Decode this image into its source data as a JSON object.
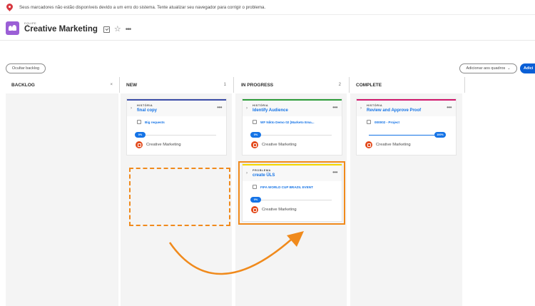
{
  "alert": {
    "icon": "map-pin-error-icon",
    "message": "Seus marcadores não estão disponíveis devido a um erro do sistema. Tente atualizar seu navegador para corrigir o problema."
  },
  "header": {
    "eyebrow": "EQUIPE",
    "title": "Creative Marketing",
    "icons": [
      "team-icon",
      "dropdown-box-icon",
      "star-icon",
      "more-icon"
    ]
  },
  "toolbar": {
    "hide_backlog": "Ocultar backlog",
    "add_to_boards": "Adicionar aos quadros",
    "add_button": "Adici"
  },
  "columns": [
    {
      "title": "BACKLOG",
      "action": "×"
    },
    {
      "title": "NEW",
      "count": "1"
    },
    {
      "title": "IN PROGRESS",
      "count": "2"
    },
    {
      "title": "COMPLETE"
    }
  ],
  "cards": [
    {
      "column": "NEW",
      "type": "HISTÓRIA",
      "name": "final copy",
      "parent": "Big requests",
      "progress": "0%",
      "owner": "Creative Marketing",
      "accent": "#3b4da8"
    },
    {
      "column": "IN PROGRESS",
      "type": "HISTÓRIA",
      "name": "Identify Audience",
      "parent": "WF Nikto Demo 02 [Marketo Ema...",
      "progress": "0%",
      "owner": "Creative Marketing",
      "accent": "#2d9d3a"
    },
    {
      "column": "IN PROGRESS",
      "type": "PROBLEMA",
      "name": "create ÜLS",
      "parent": "FIFA WORLD CUP BRAZIL EVENT",
      "progress": "0%",
      "owner": "Creative Marketing",
      "accent": "#f5d800"
    },
    {
      "column": "COMPLETE",
      "type": "HISTÓRIA",
      "name": "Review and Approve Proof",
      "parent": "000002 - Project",
      "progress": "100%",
      "owner": "Creative Marketing",
      "accent": "#d0166c"
    }
  ],
  "annotation": {
    "drop_target": "dashed-drop-placeholder",
    "highlight_color": "#f08a1c",
    "arrow": "curved-arrow-right"
  }
}
